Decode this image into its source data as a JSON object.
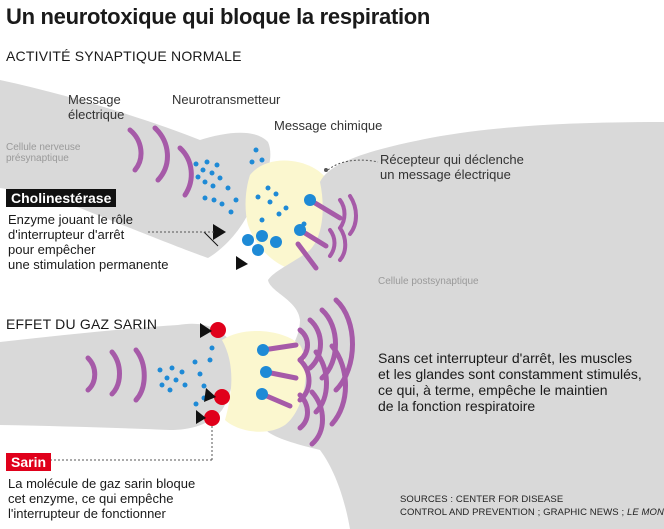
{
  "title": "Un neurotoxique qui bloque la respiration",
  "section_normal": "ACTIVITÉ SYNAPTIQUE NORMALE",
  "section_sarin": "EFFET DU GAZ SARIN",
  "labels": {
    "message_electrique": [
      "Message",
      "électrique"
    ],
    "neurotransmetteur": "Neurotransmetteur",
    "message_chimique": "Message chimique",
    "cellule_presynaptique": [
      "Cellule nerveuse",
      "présynaptique"
    ],
    "recepteur": [
      "Récepteur qui déclenche",
      "un message électrique"
    ],
    "cellule_postsynaptique": "Cellule postsynaptique"
  },
  "cholinesterase": {
    "tag": "Cholinestérase",
    "text": [
      "Enzyme jouant le rôle",
      "d'interrupteur d'arrêt",
      "pour empêcher",
      "une stimulation permanente"
    ]
  },
  "sarin": {
    "tag": "Sarin",
    "text": [
      "La molécule de gaz sarin bloque",
      "cet enzyme, ce qui empêche",
      "l'interrupteur de fonctionner"
    ]
  },
  "effect_text": [
    "Sans cet interrupteur d'arrêt, les muscles",
    "et les glandes sont constamment stimulés,",
    "ce qui, à terme, empêche le maintien",
    "de la fonction respiratoire"
  ],
  "sources": {
    "line1": "SOURCES : CENTER FOR  DISEASE",
    "line2": "CONTROL AND PREVENTION ; GRAPHIC NEWS ;",
    "brand": "LE MONDE"
  },
  "colors": {
    "cell": "#d9d9d9",
    "synapse": "#fbf7cf",
    "vesicle": "#1e8ad6",
    "wave": "#a65aa8",
    "receptor": "#a65aa8",
    "sarin": "#e0001b",
    "tag_dark": "#111111"
  }
}
